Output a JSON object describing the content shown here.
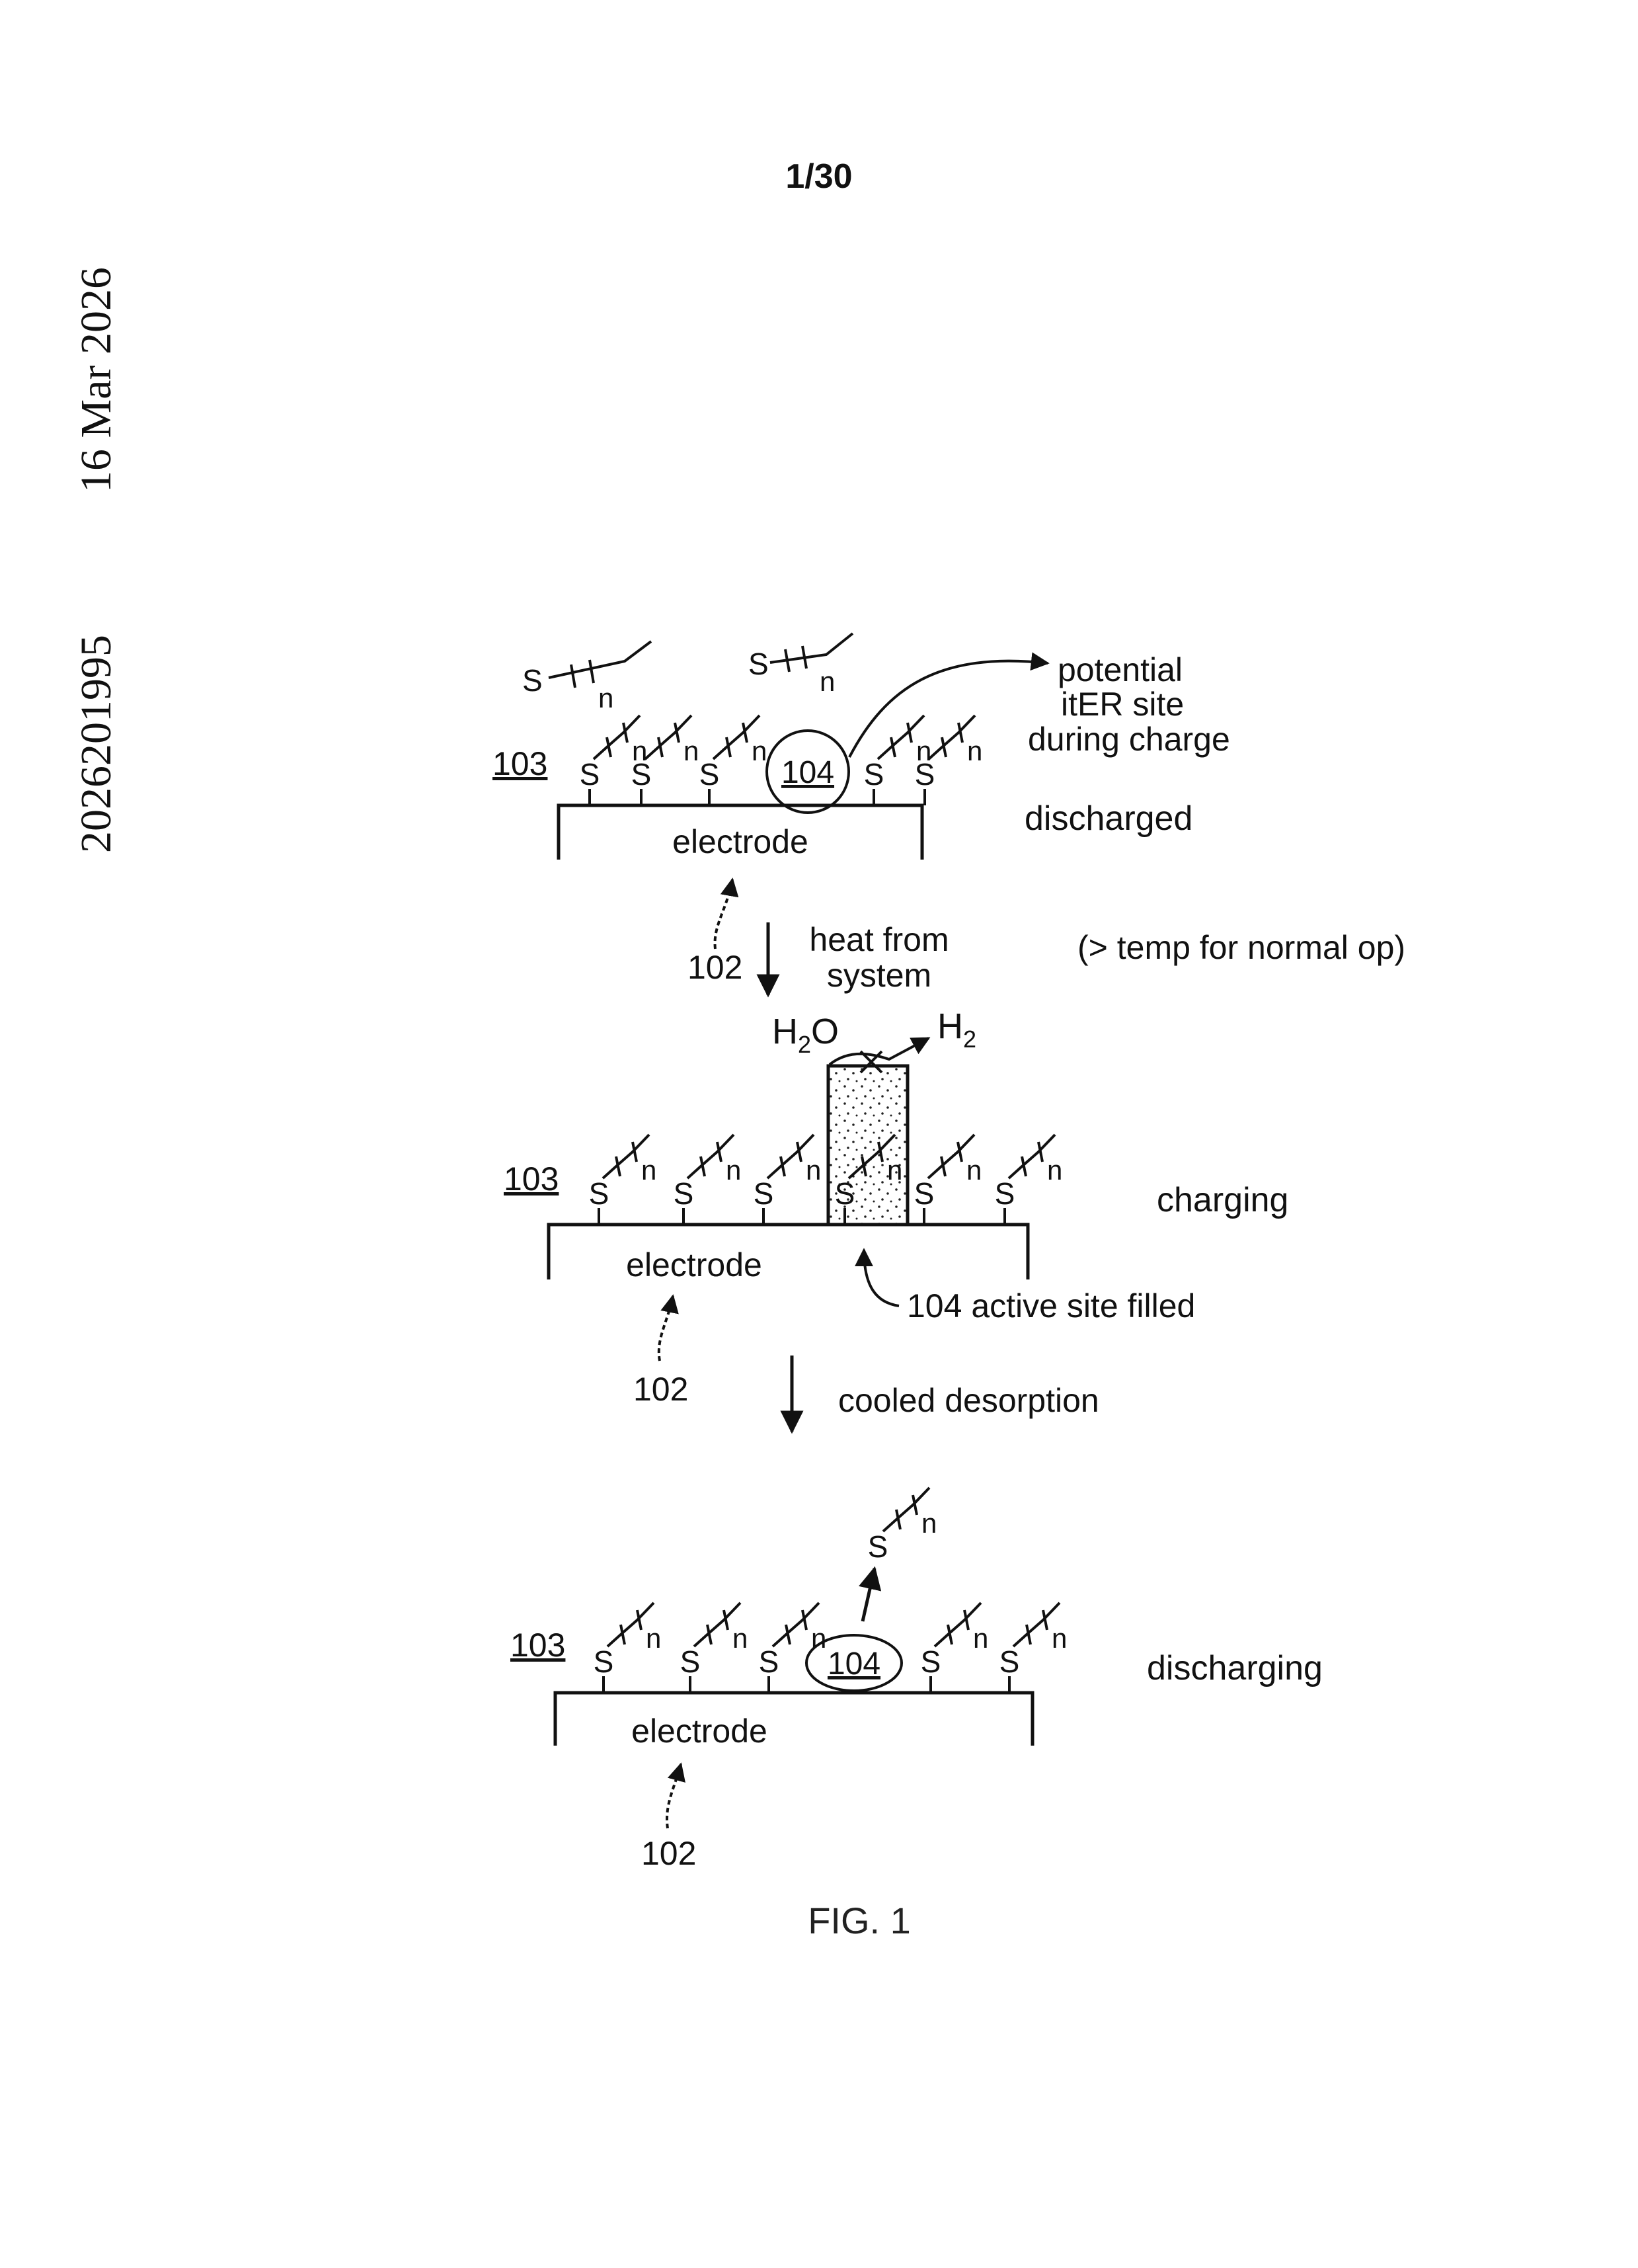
{
  "header": {
    "page_number": "1/30"
  },
  "side_margin": {
    "publication_number": "2026201995",
    "date": "16 Mar 2026"
  },
  "figure": {
    "caption": "FIG. 1"
  },
  "chem": {
    "sulfur": "S",
    "repeat_n": "n"
  },
  "panel_discharged": {
    "ref_layer": "103",
    "ref_electrode": "102",
    "ref_site": "104",
    "electrode_label": "electrode",
    "state_label": "discharged",
    "callout_line1": "potential",
    "callout_line2": "itER site",
    "callout_line3": "during charge"
  },
  "transition_charge": {
    "heat_line1": "heat from",
    "heat_line2": "system",
    "condition": "(> temp for normal op)"
  },
  "panel_charging": {
    "ref_layer": "103",
    "ref_electrode": "102",
    "electrode_label": "electrode",
    "state_label": "charging",
    "water_main": "H",
    "water_sub": "2",
    "water_tail": "O",
    "hydrogen_main": "H",
    "hydrogen_sub": "2",
    "active_site_label": "104 active site filled"
  },
  "transition_discharge": {
    "label": "cooled desorption"
  },
  "panel_discharging": {
    "ref_layer": "103",
    "ref_electrode": "102",
    "ref_site": "104",
    "electrode_label": "electrode",
    "state_label": "discharging"
  }
}
